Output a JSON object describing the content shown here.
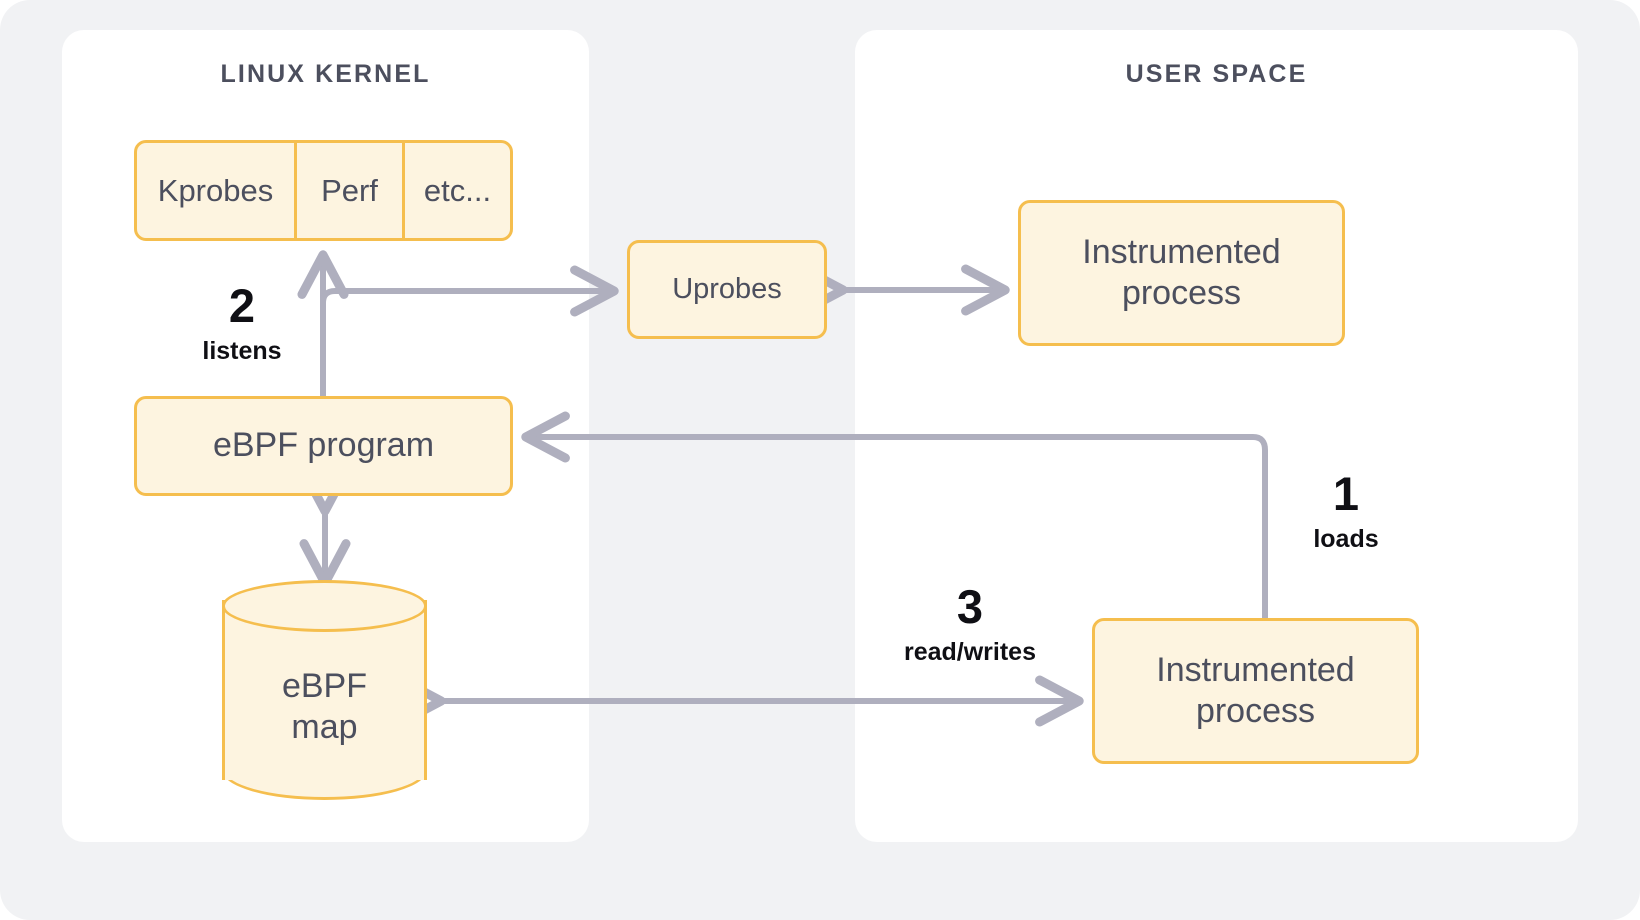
{
  "diagram": {
    "title_kernel": "LINUX KERNEL",
    "title_user": "USER SPACE",
    "colors": {
      "canvas_bg": "#f1f2f4",
      "panel_bg": "#ffffff",
      "node_fill": "#fdf4e0",
      "node_border": "#f5be4e",
      "node_text": "#4c4f5e",
      "arrow": "#afafbe",
      "label_text": "#0f0f14"
    }
  },
  "kernel": {
    "probes": [
      {
        "label": "Kprobes"
      },
      {
        "label": "Perf"
      },
      {
        "label": "etc..."
      }
    ],
    "ebpf_program": "eBPF program",
    "ebpf_map": "eBPF\nmap",
    "ebpf_map_line1": "eBPF",
    "ebpf_map_line2": "map"
  },
  "middle": {
    "uprobes": "Uprobes"
  },
  "user": {
    "process_top_line1": "Instrumented",
    "process_top_line2": "process",
    "process_bottom_line1": "Instrumented",
    "process_bottom_line2": "process"
  },
  "steps": [
    {
      "number": "1",
      "caption": "loads"
    },
    {
      "number": "2",
      "caption": "listens"
    },
    {
      "number": "3",
      "caption": "read/writes"
    }
  ]
}
